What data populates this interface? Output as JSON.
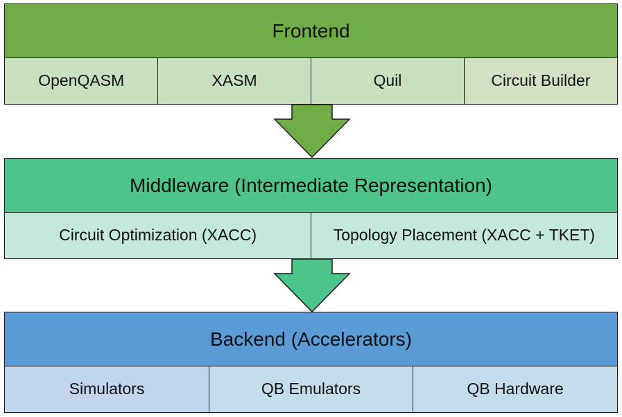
{
  "frontend": {
    "title": "Frontend",
    "items": [
      "OpenQASM",
      "XASM",
      "Quil",
      "Circuit Builder"
    ],
    "colors": {
      "header": "#70AD47",
      "cell": "#C8DFC0",
      "cell_last": "#D2E0C4"
    }
  },
  "middleware": {
    "title": "Middleware (Intermediate Representation)",
    "items": [
      "Circuit Optimization (XACC)",
      "Topology Placement (XACC + TKET)"
    ],
    "colors": {
      "header": "#4CC48A",
      "cell": "#C4E8DC"
    }
  },
  "backend": {
    "title": "Backend (Accelerators)",
    "items": [
      "Simulators",
      "QB Emulators",
      "QB Hardware"
    ],
    "colors": {
      "header": "#5B9BD5",
      "cell_first": "#C2D4EE",
      "cell": "#C4DDEB"
    }
  },
  "arrows": {
    "frontend_to_middleware": {
      "color": "#70AD47",
      "icon": "down-arrow-icon"
    },
    "middleware_to_backend": {
      "color": "#4CC48A",
      "icon": "down-arrow-icon"
    }
  }
}
